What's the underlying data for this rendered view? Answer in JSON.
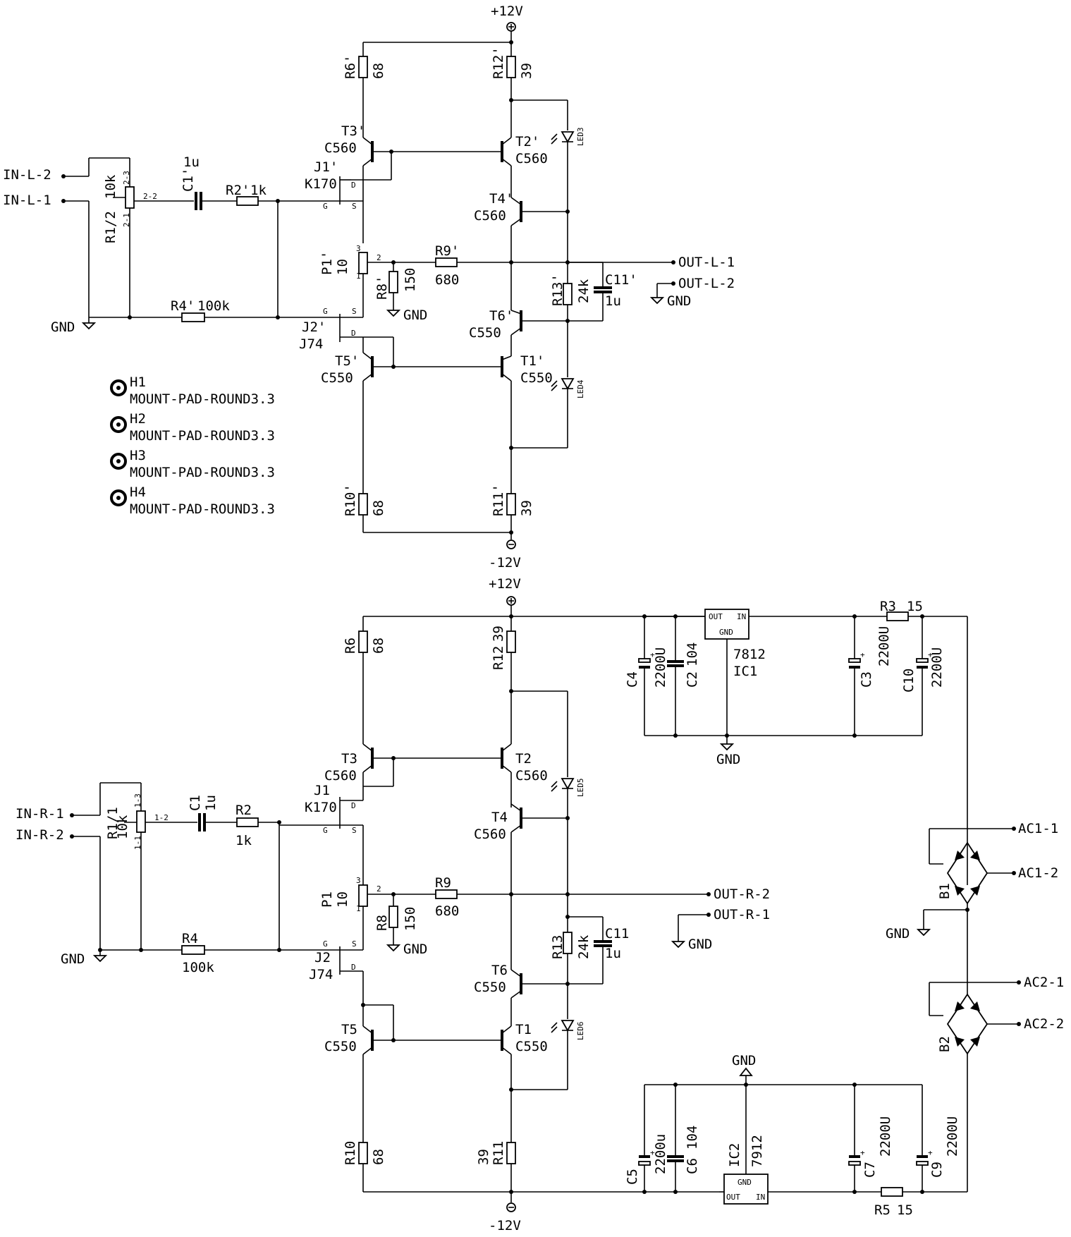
{
  "schematic": {
    "labels": {
      "vcc_top_1": "+12V",
      "vee_bot_1": "-12V",
      "vcc_top_2": "+12V",
      "vee_bot_2": "-12V",
      "in_l2": "IN-L-2",
      "in_l1": "IN-L-1",
      "in_r1": "IN-R-1",
      "in_r2": "IN-R-2",
      "out_l1": "OUT-L-1",
      "out_l2": "OUT-L-2",
      "out_r2": "OUT-R-2",
      "out_r1": "OUT-R-1",
      "ac1_1": "AC1-1",
      "ac1_2": "AC1-2",
      "ac2_1": "AC2-1",
      "ac2_2": "AC2-2",
      "gnd": "GND"
    },
    "left": {
      "r6_name": "R6'",
      "r6_val": "68",
      "r12_name": "R12'",
      "r12_val": "39",
      "t3_name": "T3'",
      "t3_val": "C560",
      "t2_name": "T2'",
      "t2_val": "C560",
      "led3": "LED3",
      "j1_name": "J1'",
      "j1_val": "K170",
      "t4_name": "T4'",
      "t4_val": "C560",
      "r1_name": "R1/2",
      "r1_val": "10k",
      "c1_name": "C1'",
      "c1_val": "1u",
      "r2_name": "R2'",
      "r2_val": "1k",
      "p1_name": "P1'",
      "p1_val": "10",
      "r9_name": "R9'",
      "r9_val": "680",
      "r8_name": "R8'",
      "r8_val": "150",
      "r13_name": "R13'",
      "r13_val": "24k",
      "c11_name": "C11'",
      "c11_val": "1u",
      "r4_name": "R4'",
      "r4_val": "100k",
      "j2_name": "J2'",
      "j2_val": "J74",
      "t6_name": "T6'",
      "t6_val": "C550",
      "t5_name": "T5'",
      "t5_val": "C550",
      "t1_name": "T1'",
      "t1_val": "C550",
      "led4": "LED4",
      "r10_name": "R10'",
      "r10_val": "68",
      "r11_name": "R11'",
      "r11_val": "39",
      "pot_pin_a": "2-3",
      "pot_pin_b": "2-1",
      "pot_pin_w": "2-2"
    },
    "right": {
      "r6_name": "R6",
      "r6_val": "68",
      "r12_name": "R12",
      "r12_val": "39",
      "t3_name": "T3",
      "t3_val": "C560",
      "t2_name": "T2",
      "t2_val": "C560",
      "led5": "LED5",
      "j1_name": "J1",
      "j1_val": "K170",
      "t4_name": "T4",
      "t4_val": "C560",
      "r1_name": "R1/1",
      "r1_val": "10k",
      "c1_name": "C1",
      "c1_val": "1u",
      "r2_name": "R2",
      "r2_val": "1k",
      "p1_name": "P1",
      "p1_val": "10",
      "r9_name": "R9",
      "r9_val": "680",
      "r8_name": "R8",
      "r8_val": "150",
      "r13_name": "R13",
      "r13_val": "24k",
      "c11_name": "C11",
      "c11_val": "1u",
      "r4_name": "R4",
      "r4_val": "100k",
      "j2_name": "J2",
      "j2_val": "J74",
      "t6_name": "T6",
      "t6_val": "C550",
      "t5_name": "T5",
      "t5_val": "C550",
      "t1_name": "T1",
      "t1_val": "C550",
      "led6": "LED6",
      "r10_name": "R10",
      "r10_val": "68",
      "r11_name": "R11",
      "r11_val": "39",
      "pot_pin_a": "1-3",
      "pot_pin_b": "1-1",
      "pot_pin_w": "1-2"
    },
    "mounting": [
      {
        "name": "H1",
        "value": "MOUNT-PAD-ROUND3.3"
      },
      {
        "name": "H2",
        "value": "MOUNT-PAD-ROUND3.3"
      },
      {
        "name": "H3",
        "value": "MOUNT-PAD-ROUND3.3"
      },
      {
        "name": "H4",
        "value": "MOUNT-PAD-ROUND3.3"
      }
    ],
    "psu": {
      "ic1_name": "IC1",
      "ic1_val": "7812",
      "ic1_pin_out": "OUT",
      "ic1_pin_in": "IN",
      "ic1_pin_gnd": "GND",
      "ic2_name": "IC2",
      "ic2_val": "7912",
      "ic2_pin_out": "OUT",
      "ic2_pin_in": "IN",
      "ic2_pin_gnd": "GND",
      "r3_name": "R3",
      "r3_val": "15",
      "r5_name": "R5",
      "r5_val": "15",
      "c4_name": "C4",
      "c4_val": "2200U",
      "c2_name": "C2",
      "c2_val": "104",
      "c3_name": "C3",
      "c3_val": "2200U",
      "c10_name": "C10",
      "c10_val": "2200U",
      "c5_name": "C5",
      "c5_val": "2200u",
      "c6_name": "C6",
      "c6_val": "104",
      "c7_name": "C7",
      "c7_val": "2200U",
      "c9_name": "C9",
      "c9_val": "2200U",
      "b1": "B1",
      "b2": "B2"
    },
    "pins": {
      "g": "G",
      "s": "S",
      "d": "D",
      "one": "1",
      "two": "2",
      "three": "3",
      "plus": "+"
    }
  }
}
